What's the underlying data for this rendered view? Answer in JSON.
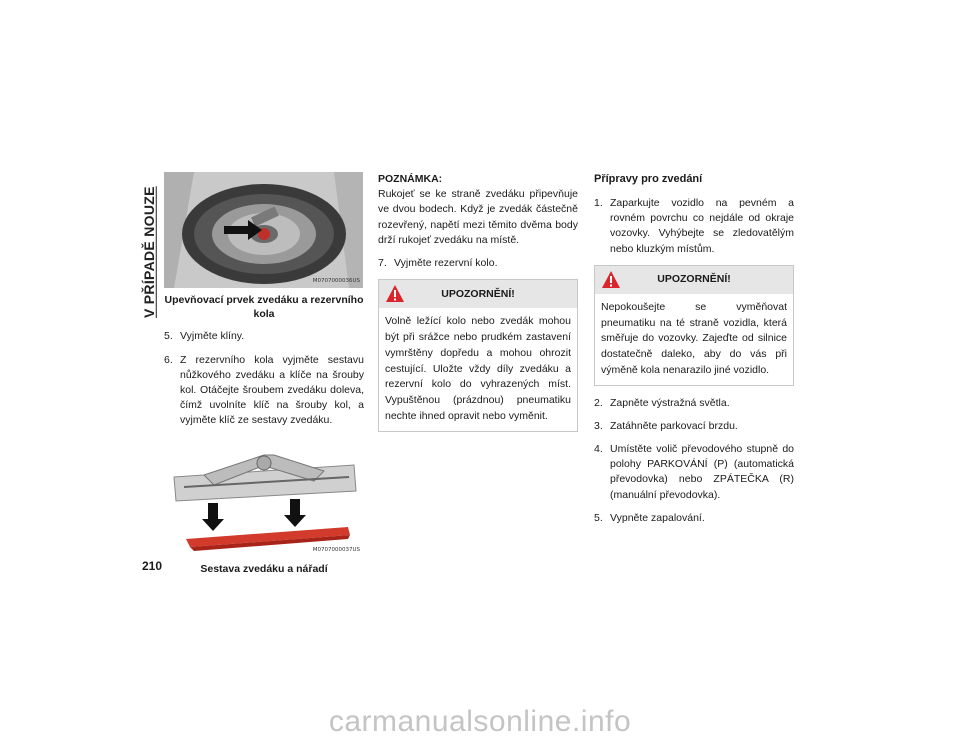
{
  "section_title": "V PŘÍPADĚ NOUZE",
  "page_number": "210",
  "figure1": {
    "code": "M0707000036US",
    "caption": "Upevňovací prvek zvedáku a rezervního kola"
  },
  "figure2": {
    "code": "M0707000037US",
    "caption": "Sestava zvedáku a nářadí"
  },
  "col1_steps": [
    {
      "num": "5.",
      "text": "Vyjměte klíny."
    },
    {
      "num": "6.",
      "text": "Z rezervního kola vyjměte sestavu nůžkového zvedáku a klíče na šrouby kol. Otáčejte šroubem zvedáku doleva, čímž uvolníte klíč na šrouby kol, a vyjměte klíč ze sestavy zvedáku."
    }
  ],
  "note": {
    "heading": "POZNÁMKA:",
    "text": "Rukojeť se ke straně zvedáku připevňuje ve dvou bodech. Když je zvedák částečně rozevřený, napětí mezi těmito dvěma body drží rukojeť zvedáku na místě."
  },
  "col2_step7": {
    "num": "7.",
    "text": "Vyjměte rezervní kolo."
  },
  "warning1": {
    "title": "UPOZORNĚNÍ!",
    "text": "Volně ležící kolo nebo zvedák mohou být při srážce nebo prudkém zastavení vymrštěny dopředu a mohou ohrozit cestující. Uložte vždy díly zvedáku a rezervní kolo do vyhrazených míst. Vypuštěnou (prázdnou) pneumatiku nechte ihned opravit nebo vyměnit."
  },
  "col3_heading": "Přípravy pro zvedání",
  "col3_step1": {
    "num": "1.",
    "text": "Zaparkujte vozidlo na pevném a rovném povrchu co nejdále od okraje vozovky. Vyhýbejte se zledovatělým nebo kluzkým místům."
  },
  "warning2": {
    "title": "UPOZORNĚNÍ!",
    "text": "Nepokoušejte se vyměňovat pneumatiku na té straně vozidla, která směřuje do vozovky. Zajeďte od silnice dostatečně daleko, aby do vás při výměně kola nenarazilo jiné vozidlo."
  },
  "col3_steps": [
    {
      "num": "2.",
      "text": "Zapněte výstražná světla."
    },
    {
      "num": "3.",
      "text": "Zatáhněte parkovací brzdu."
    },
    {
      "num": "4.",
      "text": "Umístěte volič převodového stupně do polohy PARKOVÁNÍ (P) (automatická převodovka) nebo ZPÁTEČKA (R) (manuální převodovka)."
    },
    {
      "num": "5.",
      "text": "Vypněte zapalování."
    }
  ],
  "watermark": "carmanualsonline.info"
}
